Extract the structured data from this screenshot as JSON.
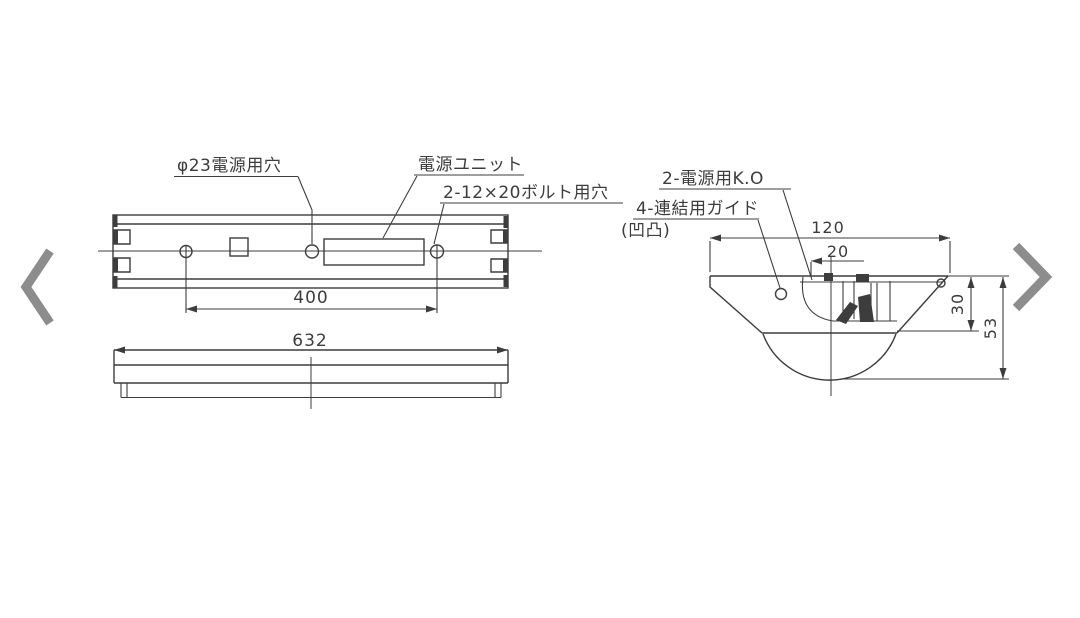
{
  "viewer": {
    "prev_button": "previous-image",
    "next_button": "next-image"
  },
  "colors": {
    "background": "#ffffff",
    "line": "#3d3d3d",
    "chevron": "#8d8d8d"
  },
  "labels": {
    "power_hole": "φ23電源用穴",
    "power_unit": "電源ユニット",
    "bolt_holes": "2-12×20ボルト用穴",
    "knockout": "2-電源用K.O",
    "guide": "4-連結用ガイド",
    "guide_note": "(凹凸)"
  },
  "dimensions": {
    "bolt_pitch": "400",
    "overall_length": "632",
    "section_width": "120",
    "knockout_offset": "20",
    "body_height": "30",
    "total_height": "53"
  }
}
